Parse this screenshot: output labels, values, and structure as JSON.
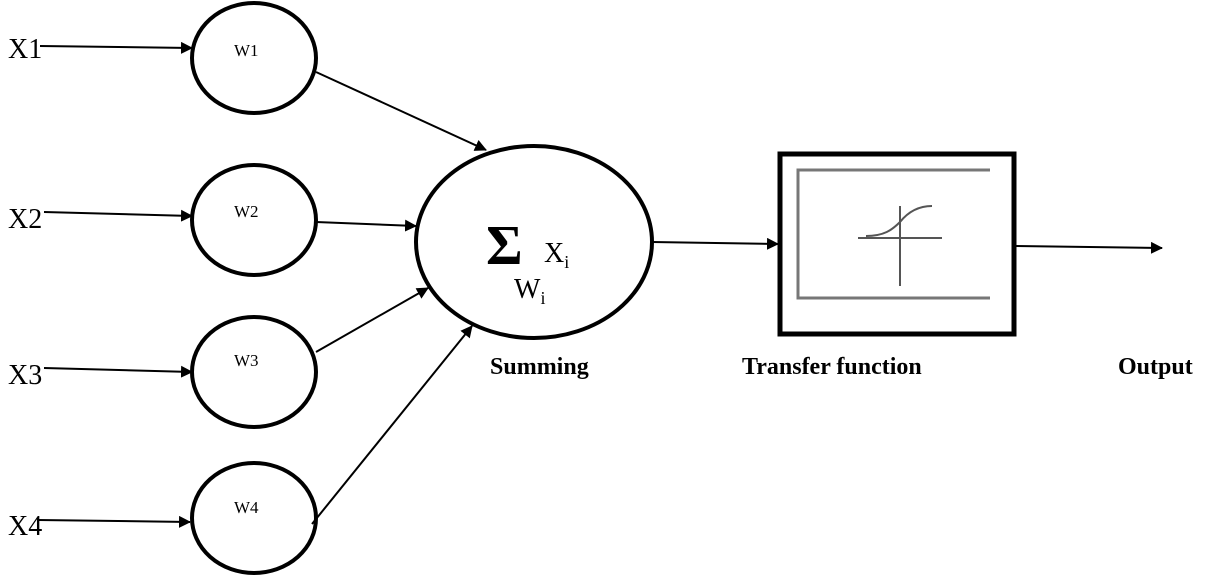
{
  "inputs": [
    {
      "label": "X1",
      "weight": "W1"
    },
    {
      "label": "X2",
      "weight": "W2"
    },
    {
      "label": "X3",
      "weight": "W3"
    },
    {
      "label": "X4",
      "weight": "W4"
    }
  ],
  "summing": {
    "symbol": "Σ",
    "x_base": "X",
    "x_sub": "i",
    "w_base": "W",
    "w_sub": "i",
    "label": "Summing"
  },
  "transfer": {
    "label": "Transfer function"
  },
  "output": {
    "label": "Output"
  }
}
